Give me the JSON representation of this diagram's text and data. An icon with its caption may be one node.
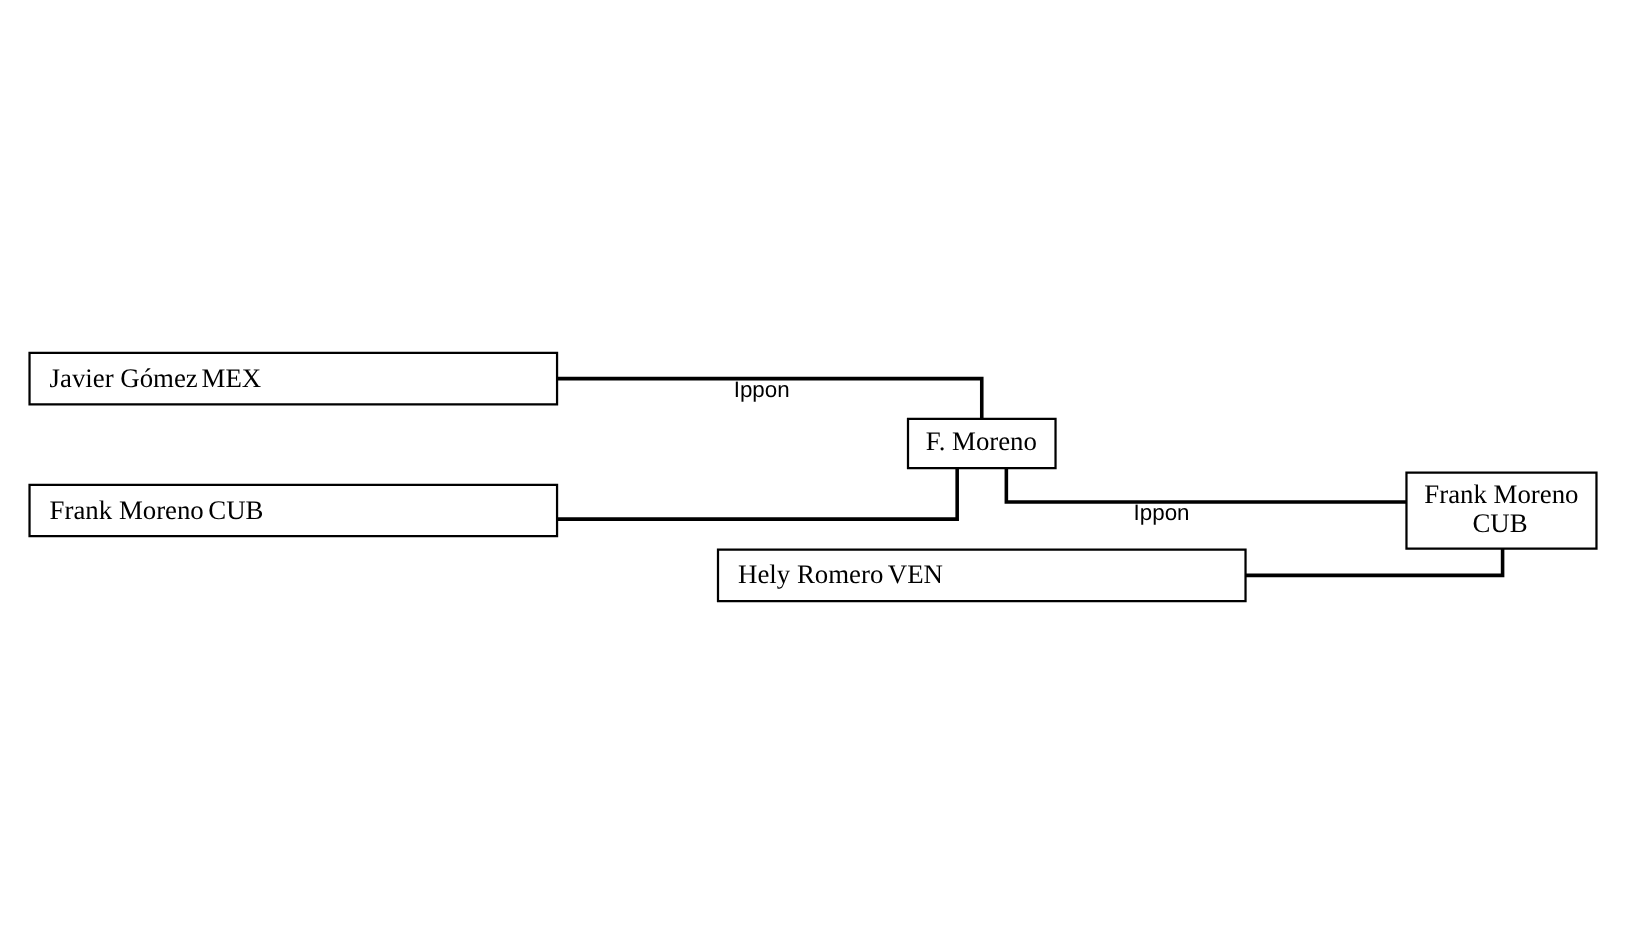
{
  "diagram": {
    "nodes": [
      {
        "text": [
          "Javier Gómez",
          "MEX"
        ]
      },
      {
        "text": [
          "Frank Moreno",
          "CUB"
        ]
      },
      {
        "text": [
          "F. Moreno"
        ]
      },
      {
        "text": [
          "Frank Moreno",
          "CUB"
        ]
      },
      {
        "text": [
          "Hely Romero",
          "VEN"
        ]
      }
    ],
    "edges": [
      {
        "from": 0,
        "to": 2,
        "arrow": "none",
        "label": "Ippon"
      },
      {
        "from": 1,
        "to": 2,
        "arrow": "none"
      },
      {
        "from": 2,
        "to": 3,
        "arrow": "none",
        "label": "Ippon"
      },
      {
        "from": 4,
        "to": 3,
        "arrow": "none"
      }
    ]
  }
}
